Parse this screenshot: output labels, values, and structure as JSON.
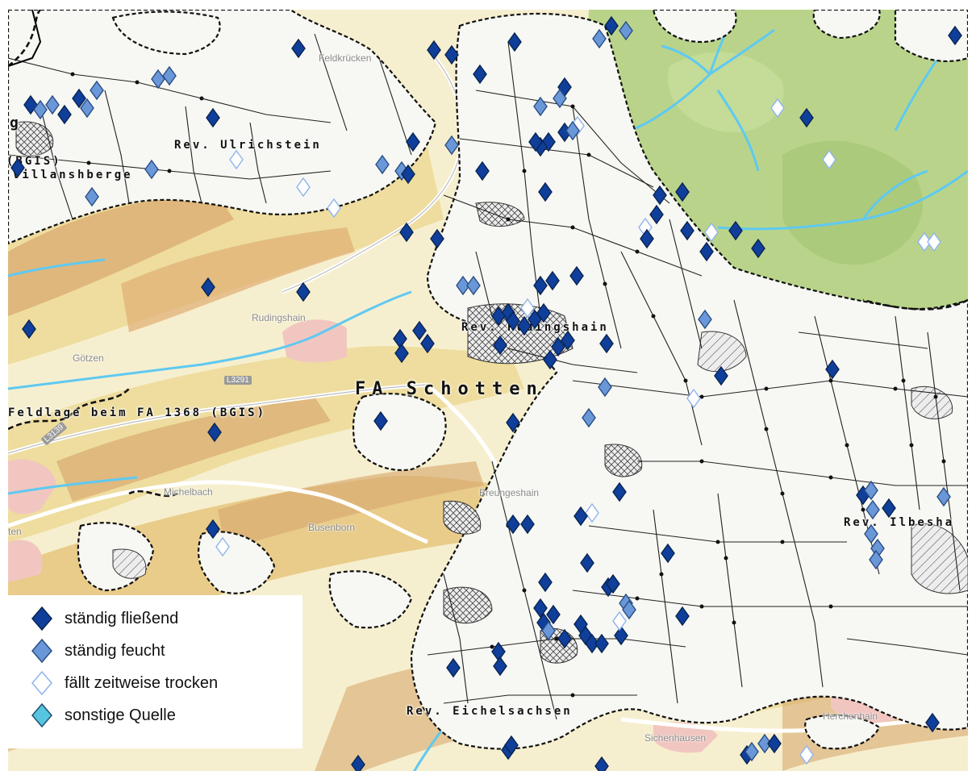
{
  "map": {
    "place_labels": [
      "Feldkrücken",
      "Rudingshain",
      "Götzen",
      "Michelbach",
      "Busenborn",
      "Breungeshain",
      "Sichenhausen",
      "Herchenhain",
      "ten",
      "g"
    ],
    "district_labels": [
      "Rev. Ulrichstein",
      "Villanshberge",
      "(BGIS)",
      "Rev. Rudingshain",
      "Rev. Ilbesha",
      "Rev. Eichelsachsen",
      "Feldlage beim FA 1368 (BGIS)"
    ],
    "forestry_label": "FA Schotten",
    "road_labels": [
      "L3291",
      "L3139"
    ],
    "colors": {
      "terrain_light": "#f6efcf",
      "terrain_mid": "#eedd9e",
      "terrain_ridge": "#d9a970",
      "forest_green": "#b9d48a",
      "forest_parcel": "#f7f8f3",
      "water": "#5fc9f1",
      "settlement": "#f2c6c0",
      "spring_flowing": "#0f3f9a",
      "spring_damp": "#6a97d8",
      "spring_dry": "#ffffff",
      "spring_other": "#56c6e0"
    }
  },
  "legend": {
    "items": [
      {
        "label": "ständig fließend",
        "icon": "diamond-dark-blue-icon"
      },
      {
        "label": "ständig feucht",
        "icon": "diamond-medium-blue-icon"
      },
      {
        "label": "fällt zeitweise trocken",
        "icon": "diamond-white-icon"
      },
      {
        "label": "sonstige Quelle",
        "icon": "diamond-cyan-icon"
      }
    ]
  }
}
